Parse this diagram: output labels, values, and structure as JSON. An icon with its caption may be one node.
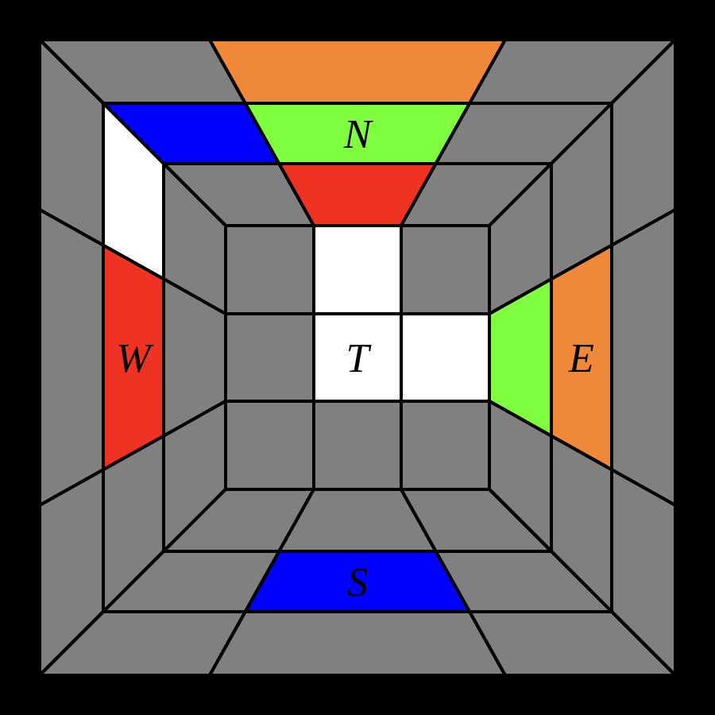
{
  "diagram": {
    "nodes": [
      {
        "text": [],
        "shape": "box"
      },
      {
        "text": [],
        "shape": "box"
      },
      {
        "text": [],
        "shape": "box"
      },
      {
        "text": [],
        "shape": "box"
      },
      {
        "text": [
          "N"
        ]
      },
      {
        "text": [],
        "shape": "box"
      },
      {
        "text": [],
        "shape": "box"
      },
      {
        "text": [],
        "shape": "box"
      },
      {
        "text": [],
        "shape": "box"
      },
      {
        "text": [],
        "shape": "box"
      },
      {
        "text": [],
        "shape": "box"
      },
      {
        "text": [],
        "shape": "box"
      },
      {
        "text": [],
        "shape": "box"
      },
      {
        "text": [],
        "shape": "box"
      },
      {
        "text": [],
        "shape": "box"
      },
      {
        "text": [],
        "shape": "box"
      },
      {
        "text": [],
        "shape": "box"
      },
      {
        "text": [],
        "shape": "box"
      },
      {
        "text": [],
        "shape": "box"
      },
      {
        "text": [
          "W"
        ]
      },
      {
        "text": [],
        "shape": "box"
      },
      {
        "text": [],
        "shape": "box"
      },
      {
        "text": [
          "T"
        ]
      },
      {
        "text": [],
        "shape": "box"
      },
      {
        "text": [],
        "shape": "box"
      },
      {
        "text": [
          "E"
        ]
      },
      {
        "text": [],
        "shape": "box"
      },
      {
        "text": [],
        "shape": "box"
      },
      {
        "text": [],
        "shape": "box"
      },
      {
        "text": [],
        "shape": "box"
      },
      {
        "text": [],
        "shape": "box"
      },
      {
        "text": [],
        "shape": "box"
      },
      {
        "text": [],
        "shape": "box"
      },
      {
        "text": [],
        "shape": "box"
      },
      {
        "text": [],
        "shape": "box"
      },
      {
        "text": [],
        "shape": "box"
      },
      {
        "text": [],
        "shape": "box"
      },
      {
        "text": [],
        "shape": "box"
      },
      {
        "text": [],
        "shape": "box"
      },
      {
        "text": [],
        "shape": "box"
      },
      {
        "text": [
          "S"
        ]
      },
      {
        "text": [],
        "shape": "box"
      },
      {
        "text": [],
        "shape": "box"
      },
      {
        "text": [],
        "shape": "box"
      },
      {
        "text": [],
        "shape": "box"
      }
    ]
  }
}
